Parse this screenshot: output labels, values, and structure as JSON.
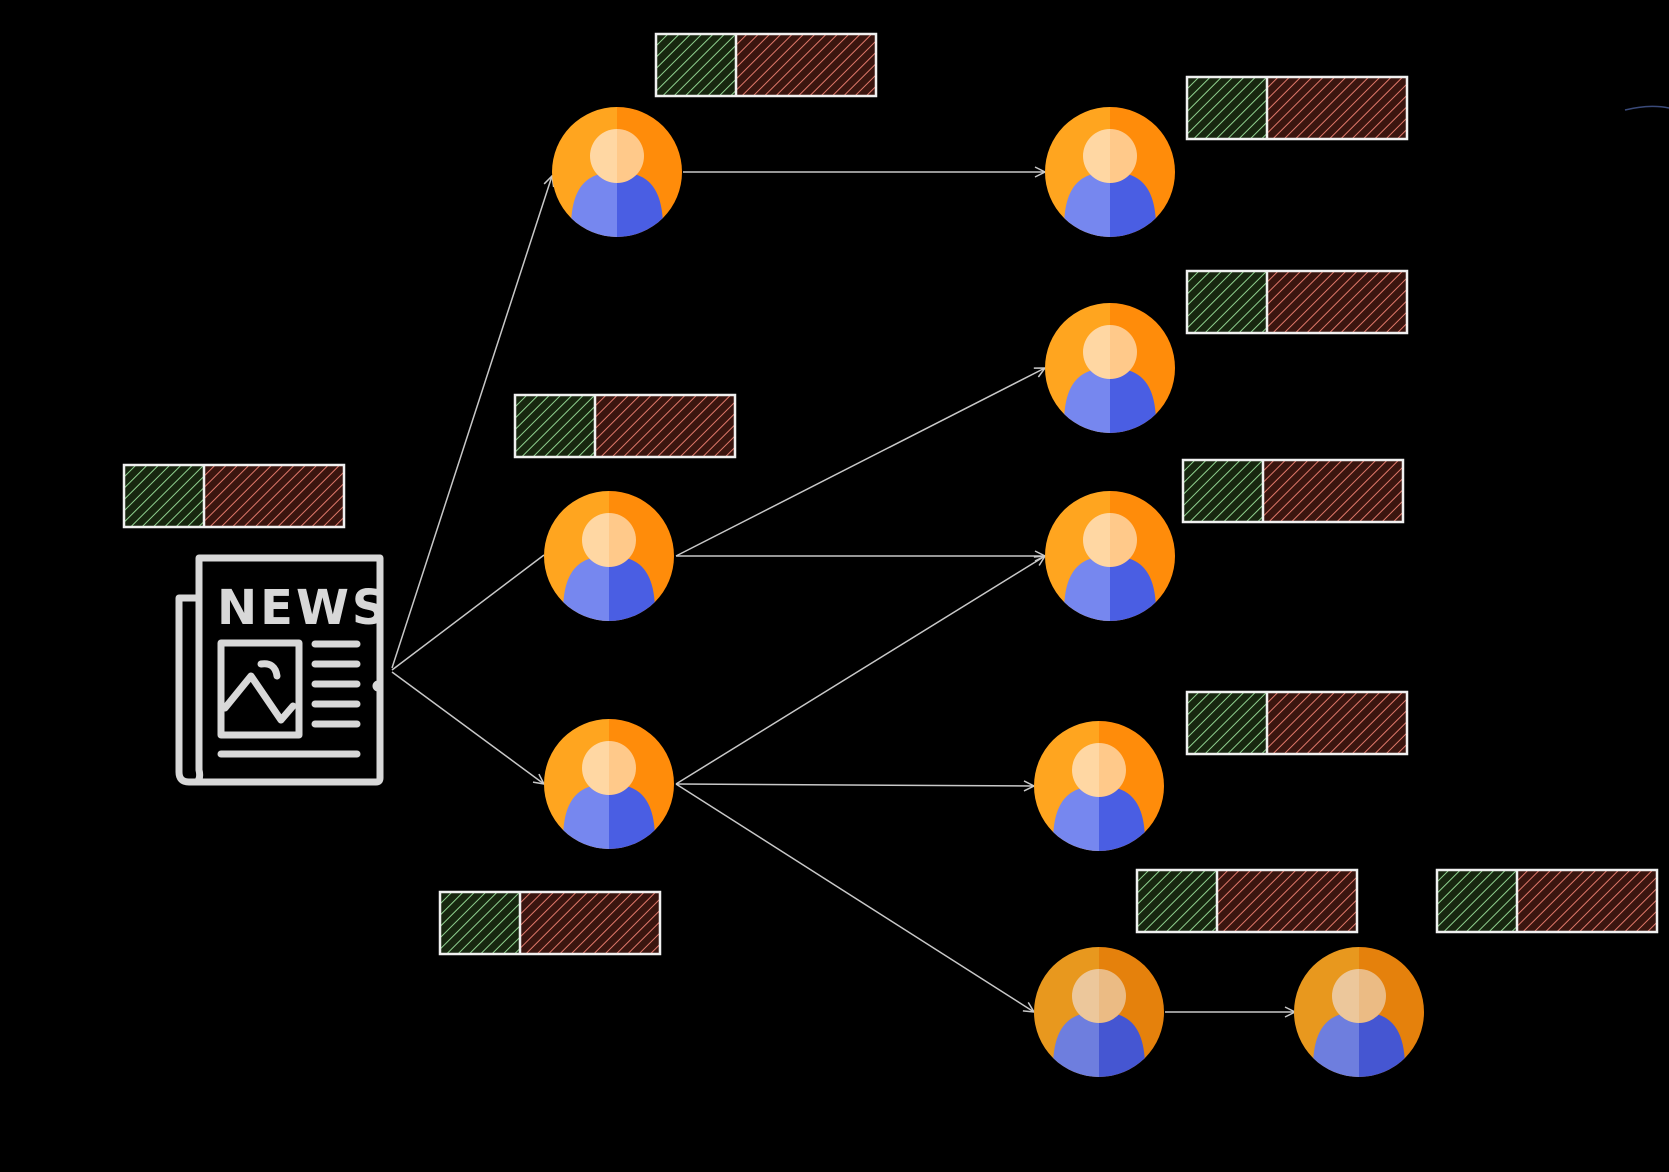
{
  "diagram": {
    "source": {
      "icon": "newspaper-icon",
      "label": "NEWS"
    },
    "nodes": [
      {
        "id": "u1",
        "icon": "user-avatar-icon"
      },
      {
        "id": "u2",
        "icon": "user-avatar-icon"
      },
      {
        "id": "u3",
        "icon": "user-avatar-icon"
      },
      {
        "id": "u4",
        "icon": "user-avatar-icon"
      },
      {
        "id": "u5",
        "icon": "user-avatar-icon"
      },
      {
        "id": "u6",
        "icon": "user-avatar-icon"
      },
      {
        "id": "u7",
        "icon": "user-avatar-icon"
      },
      {
        "id": "u8",
        "icon": "user-avatar-icon"
      },
      {
        "id": "u9",
        "icon": "user-avatar-icon"
      }
    ],
    "edges": [
      {
        "from": "news",
        "to": "u1"
      },
      {
        "from": "news",
        "to": "u2"
      },
      {
        "from": "news",
        "to": "u3"
      },
      {
        "from": "u1",
        "to": "u4"
      },
      {
        "from": "u2",
        "to": "u5"
      },
      {
        "from": "u2",
        "to": "u6"
      },
      {
        "from": "u3",
        "to": "u6"
      },
      {
        "from": "u3",
        "to": "u7"
      },
      {
        "from": "u3",
        "to": "u8"
      },
      {
        "from": "u8",
        "to": "u9"
      }
    ],
    "score_bars": 10,
    "colors": {
      "background": "#000000",
      "line": "#c8c8c8",
      "bar_border": "#f0f0f0",
      "green_hatch": "#8fd18f",
      "green_fill": "#17260f",
      "red_hatch": "#e0786a",
      "red_fill": "#3a150f",
      "avatar_orange_left": "#ffa51f",
      "avatar_orange_right": "#ff8c0a",
      "avatar_head_left": "#ffd7a3",
      "avatar_head_right": "#ffc98a",
      "avatar_body_left": "#7687ef",
      "avatar_body_right": "#4a5ee3",
      "news_icon": "#d8d8d8"
    }
  }
}
